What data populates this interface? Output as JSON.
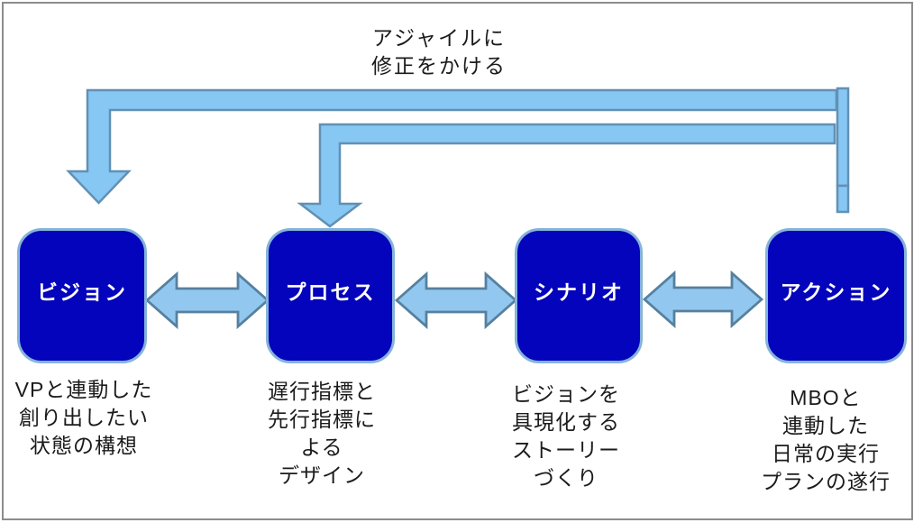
{
  "title": {
    "text": "アジャイルに\n修正をかける"
  },
  "boxes": [
    {
      "label": "ビジョン",
      "caption": "VPと連動した\n創り出したい\n状態の構想"
    },
    {
      "label": "プロセス",
      "caption": "遅行指標と\n先行指標に\nよる\nデザイン"
    },
    {
      "label": "シナリオ",
      "caption": "ビジョンを\n具現化する\nストーリー\nづくり"
    },
    {
      "label": "アクション",
      "caption": "MBOと\n連動した\n日常の実行\nプランの遂行"
    }
  ],
  "connections": {
    "bidirectional_arrows": [
      [
        "ビジョン",
        "プロセス"
      ],
      [
        "プロセス",
        "シナリオ"
      ],
      [
        "シナリオ",
        "アクション"
      ]
    ],
    "feedback_arrows": {
      "from": "アクション",
      "to": [
        "ビジョン",
        "プロセス"
      ],
      "label": "アジャイルに\n修正をかける"
    }
  },
  "icons": {
    "feedback_arrow_1": "elbow-down-arrow",
    "feedback_arrow_2": "elbow-down-arrow",
    "between_boxes": "left-right-double-arrow"
  },
  "colors": {
    "frame": "#8c8c8c",
    "box-fill": "#0404bc",
    "box-border": "#85b3da",
    "elbow-fill": "#86c7f3",
    "elbow-stroke": "#6290b4",
    "harrow-fill": "#92c8ef",
    "harrow-stroke": "#56809f"
  }
}
